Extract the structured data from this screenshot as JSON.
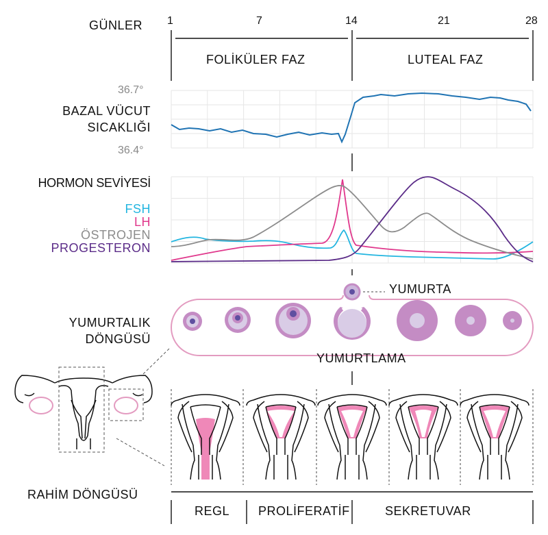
{
  "header": {
    "days_label": "GÜNLER",
    "day_ticks": [
      "1",
      "7",
      "14",
      "21",
      "28"
    ]
  },
  "phases": {
    "follicular": "FOLİKÜLER FAZ",
    "luteal": "LUTEAL FAZ"
  },
  "temperature": {
    "label_line1": "BAZAL VÜCUT",
    "label_line2": "SICAKLIĞI",
    "max": "36.7°",
    "min": "36.4°",
    "line_color": "#1f73b3"
  },
  "hormones": {
    "title": "HORMON SEVİYESİ",
    "series": [
      {
        "name": "FSH",
        "color": "#22b5e0"
      },
      {
        "name": "LH",
        "color": "#e0388c"
      },
      {
        "name": "ÖSTROJEN",
        "color": "#8c8c8c"
      },
      {
        "name": "PROGESTERON",
        "color": "#5b2c88"
      }
    ]
  },
  "ovary": {
    "label_line1": "YUMURTALIK",
    "label_line2": "DÖNGÜSÜ",
    "egg_label": "YUMURTA",
    "ovulation_label": "YUMURTLAMA",
    "stroke_color": "#e39bc0",
    "follicle_color": "#c48cc4"
  },
  "uterus": {
    "label": "RAHİM DÖNGÜSÜ",
    "phases": [
      "REGL",
      "PROLİFERATİF",
      "SEKRETUVAR"
    ],
    "lining_color": "#ef88b8"
  }
}
